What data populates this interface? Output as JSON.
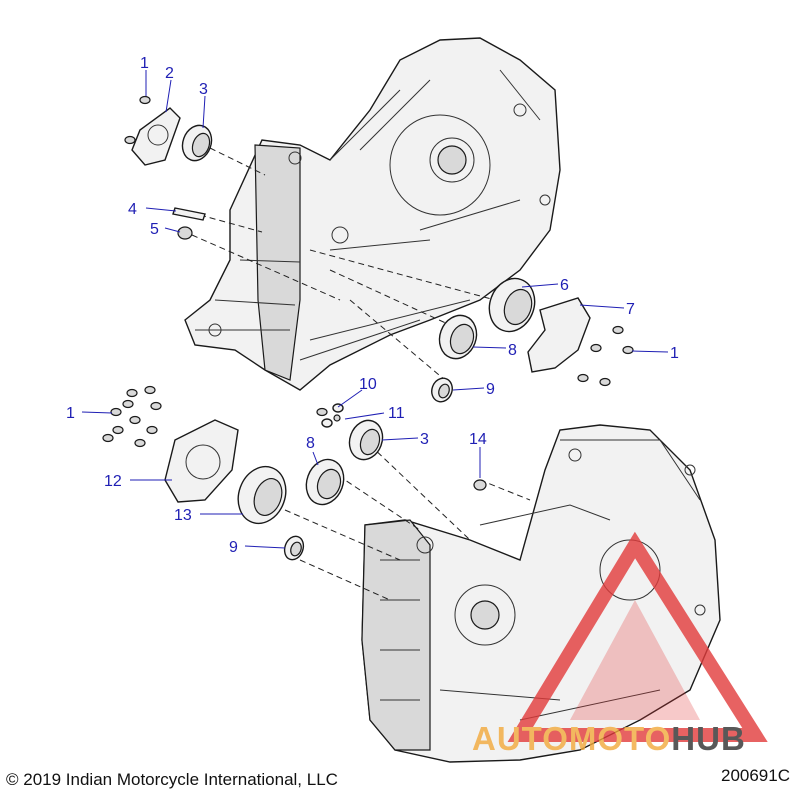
{
  "callouts": {
    "c1a": "1",
    "c2": "2",
    "c3a": "3",
    "c4": "4",
    "c5": "5",
    "c6": "6",
    "c7": "7",
    "c8a": "8",
    "c1b": "1",
    "c9a": "9",
    "c10": "10",
    "c11": "11",
    "c1c": "1",
    "c8b": "8",
    "c3b": "3",
    "c14": "14",
    "c12": "12",
    "c13": "13",
    "c9b": "9"
  },
  "footer": {
    "copyright": "© 2019 Indian Motorcycle International, LLC",
    "figure_code": "200691C"
  },
  "watermark": {
    "text_part1": "AUTOMOTO",
    "text_part2": "HUB",
    "color_red": "#e23b3b",
    "color_orange": "#f2a93b",
    "color_dark": "#2f2f2f"
  },
  "colors": {
    "callout": "#1f1fb4"
  }
}
